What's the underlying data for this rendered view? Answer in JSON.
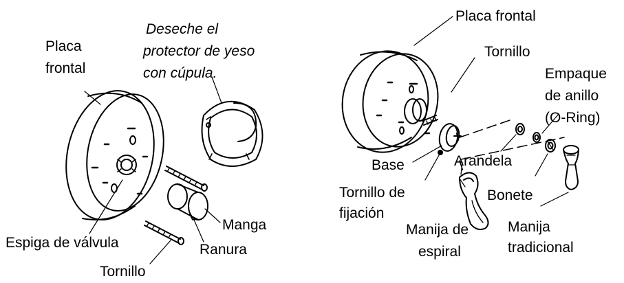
{
  "left": {
    "discard_line1": "Deseche el",
    "discard_line2": "protector de yeso",
    "discard_line3": "con cúpula.",
    "faceplate_line1": "Placa",
    "faceplate_line2": "frontal",
    "valve_stem": "Espiga de válvula",
    "screw": "Tornillo",
    "sleeve": "Manga",
    "slot": "Ranura"
  },
  "right": {
    "faceplate": "Placa frontal",
    "screw": "Tornillo",
    "oring_line1": "Empaque",
    "oring_line2": "de anillo",
    "oring_line3": "(O-Ring)",
    "base": "Base",
    "washer": "Arandela",
    "setscrew_line1": "Tornillo de",
    "setscrew_line2": "fijación",
    "bonnet": "Bonete",
    "spiral_handle_line1": "Manija de",
    "spiral_handle_line2": "espiral",
    "traditional_handle_line1": "Manija",
    "traditional_handle_line2": "tradicional"
  }
}
